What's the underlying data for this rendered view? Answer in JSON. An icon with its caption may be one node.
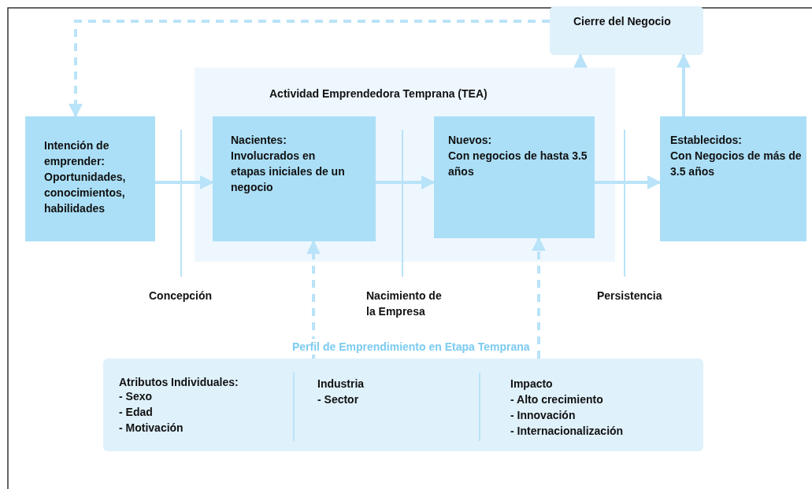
{
  "diagram": {
    "nodes": [
      {
        "text": [
          "Cierre del Negocio"
        ]
      },
      {
        "text": [
          "Intención de emprender:",
          "Oportunidades, conocimientos, habilidades"
        ]
      },
      {
        "text": [
          "Actividad Emprendedora Temprana (TEA)"
        ]
      },
      {
        "text": [
          "Nacientes:",
          "Involucrados en etapas iniciales de un negocio"
        ],
        "in": 2
      },
      {
        "text": [
          "Nuevos:",
          "Con negocios de hasta 3.5 años"
        ],
        "in": 2
      },
      {
        "text": [
          "Establecidos:",
          "Con Negocios de más de 3.5 años"
        ]
      },
      {
        "text": [
          "Perfil de Emprendimiento en Etapa Temprana",
          "Atributos Individuales:",
          "- Sexo",
          "- Edad",
          "- Motivación",
          "Industria",
          "- Sector",
          "Impacto",
          "- Alto crecimiento",
          "- Innovación",
          "- Internacionalización"
        ]
      }
    ],
    "edges": [
      {
        "from": 0,
        "to": 1,
        "arrow": "to",
        "style": "dashed"
      },
      {
        "from": 1,
        "to": 3,
        "arrow": "to"
      },
      {
        "from": 3,
        "to": 4,
        "arrow": "to"
      },
      {
        "from": 4,
        "to": 5,
        "arrow": "to"
      },
      {
        "from": 2,
        "to": 0,
        "arrow": "to"
      },
      {
        "from": 5,
        "to": 0,
        "arrow": "to"
      },
      {
        "from": 6,
        "to": 3,
        "arrow": "to",
        "style": "dashed"
      },
      {
        "from": 6,
        "to": 4,
        "arrow": "to",
        "style": "dashed"
      }
    ],
    "labels": [
      "Concepción",
      "Nacimiento de la Empresa",
      "Persistencia"
    ]
  }
}
